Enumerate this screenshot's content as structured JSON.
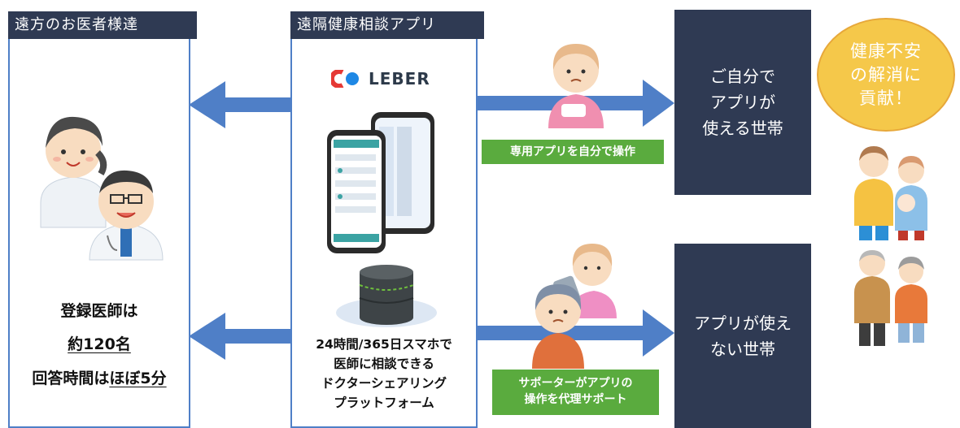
{
  "left_panel": {
    "header": "遠方のお医者様達",
    "line1": "登録医師は",
    "line2": "約120名",
    "line3_prefix": "回答時間は",
    "line3_emph": "ほぼ5分"
  },
  "middle_panel": {
    "header": "遠隔健康相談アプリ",
    "logo_text": "LEBER",
    "description_lines": [
      "24時間/365日スマホで",
      "医師に相談できる",
      "ドクターシェアリング",
      "プラットフォーム"
    ]
  },
  "top_flow": {
    "label": "専用アプリを自分で操作",
    "box_lines": [
      "ご自分で",
      "アプリが",
      "使える世帯"
    ]
  },
  "bottom_flow": {
    "label_lines": [
      "サポーターがアプリの",
      "操作を代理サポート"
    ],
    "box_lines": [
      "アプリが使え",
      "ない世帯"
    ]
  },
  "goal": {
    "lines": [
      "健康不安",
      "の解消に",
      "貢献！"
    ]
  },
  "colors": {
    "navy": "#2f3a53",
    "arrow_blue": "#4f7fc7",
    "green": "#5aab3e",
    "yellow": "#f5c84a"
  },
  "icons": [
    "doctor-icon",
    "phone-app-icon",
    "server-icon",
    "elderly-woman-icon",
    "supporter-icon",
    "family-icon",
    "elderly-couple-icon"
  ]
}
